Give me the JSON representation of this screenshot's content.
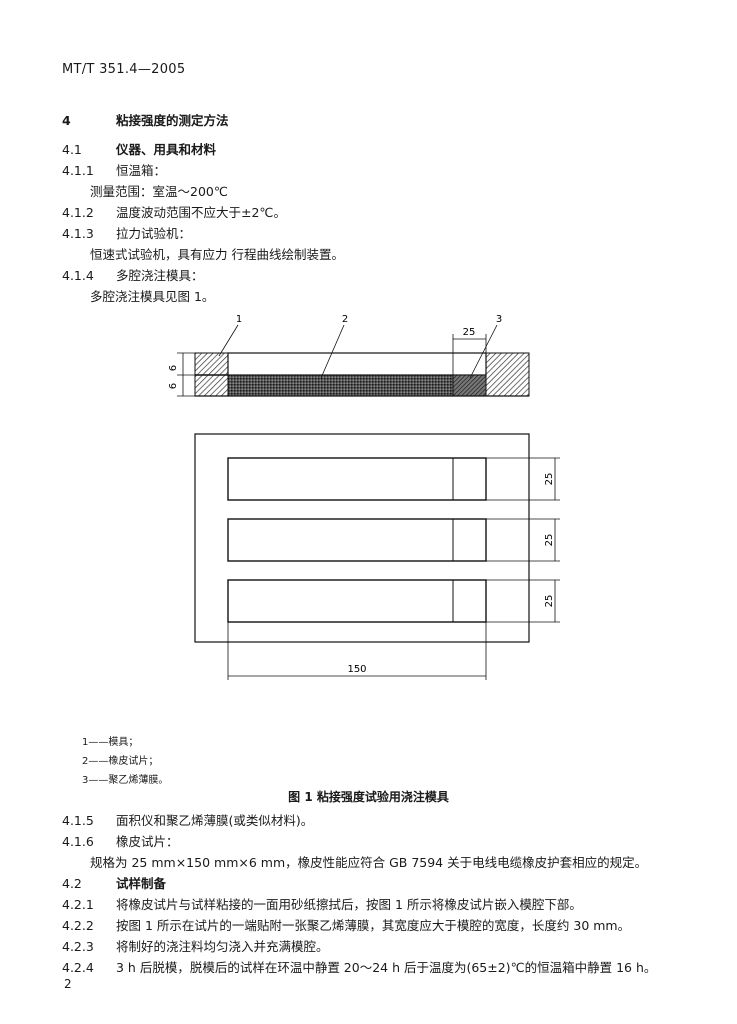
{
  "header": "MT/T 351.4—2005",
  "section": {
    "num": "4",
    "title": "粘接强度的测定方法"
  },
  "s411": {
    "num": "4.1",
    "title": "仪器、用具和材料"
  },
  "s4111": {
    "num": "4.1.1",
    "title": "恒温箱：",
    "body": "测量范围：室温～200℃"
  },
  "s4112": {
    "num": "4.1.2",
    "text": "温度波动范围不应大于±2℃。"
  },
  "s4113": {
    "num": "4.1.3",
    "title": "拉力试验机：",
    "body": "恒速式试验机，具有应力   行程曲线绘制装置。"
  },
  "s4114": {
    "num": "4.1.4",
    "title": "多腔浇注模具：",
    "body": "多腔浇注模具见图 1。"
  },
  "figure": {
    "callouts": [
      "1",
      "2",
      "3"
    ],
    "dims": {
      "top_width": "25",
      "thick_a": "6",
      "thick_b": "6",
      "w1": "25",
      "w2": "25",
      "w3": "25",
      "length": "150"
    },
    "legend": [
      "1——模具；",
      "2——橡皮试片；",
      "3——聚乙烯薄膜。"
    ],
    "caption": "图 1   粘接强度试验用浇注模具"
  },
  "s415": {
    "num": "4.1.5",
    "text": "面积仪和聚乙烯薄膜(或类似材料)。"
  },
  "s416": {
    "num": "4.1.6",
    "title": "橡皮试片：",
    "body": "规格为 25 mm×150 mm×6 mm，橡皮性能应符合 GB 7594 关于电线电缆橡皮护套相应的规定。"
  },
  "s42": {
    "num": "4.2",
    "title": "试样制备"
  },
  "s421": {
    "num": "4.2.1",
    "text": "将橡皮试片与试样粘接的一面用砂纸擦拭后，按图 1 所示将橡皮试片嵌入模腔下部。"
  },
  "s422": {
    "num": "4.2.2",
    "text": "按图 1 所示在试片的一端贴附一张聚乙烯薄膜，其宽度应大于模腔的宽度，长度约 30 mm。"
  },
  "s423": {
    "num": "4.2.3",
    "text": "将制好的浇注料均匀浇入并充满模腔。"
  },
  "s424": {
    "num": "4.2.4",
    "text": "3 h 后脱模，脱模后的试样在环温中静置 20～24 h 后于温度为(65±2)℃的恒温箱中静置 16 h。"
  },
  "page_number": "2"
}
